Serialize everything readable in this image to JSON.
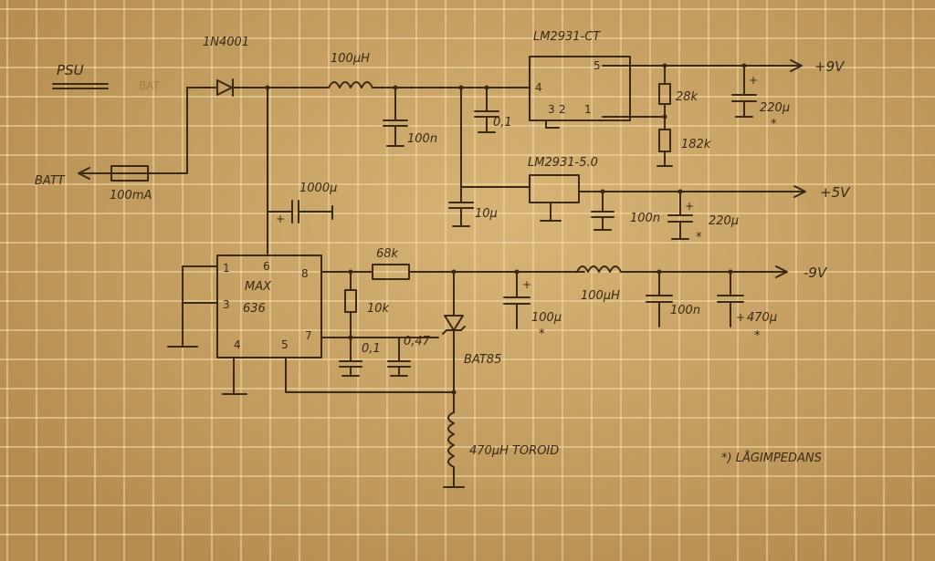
{
  "title": "PSU",
  "faint_text": "BAT",
  "components": {
    "diode_d1": "1N4001",
    "inductor_l1": "100μH",
    "reg_9v": "LM2931-CT",
    "reg_9v_pin5": "5",
    "reg_9v_pin4": "4",
    "reg_9v_pin3": "3",
    "reg_9v_pin2": "2",
    "reg_9v_pin1": "1",
    "r_28k": "28k",
    "r_182k": "182k",
    "c_100n_a": "100n",
    "c_0_1_a": "0,1",
    "c_220u_9v": "220μ",
    "reg_5v": "LM2931-5.0",
    "c_10u": "10μ",
    "c_100n_5v": "100n",
    "c_220u_5v": "220μ",
    "fuse": "100mA",
    "c_1000u": "1000μ",
    "r_68k": "68k",
    "r_10k": "10k",
    "c_0_1_b": "0,1",
    "c_0_47": "0,47",
    "diode_d2": "BAT85",
    "c_100u_neg": "100μ",
    "inductor_l2": "100μH",
    "c_100n_neg": "100n",
    "c_470u": "470μ",
    "inductor_l3": "470μH  TOROID",
    "ic_name_line1": "MAX",
    "ic_name_line2": "636",
    "ic_pin1": "1",
    "ic_pin3": "3",
    "ic_pin4": "4",
    "ic_pin5": "5",
    "ic_pin6": "6",
    "ic_pin7": "7",
    "ic_pin8": "8"
  },
  "rails": {
    "pos9": "+9V",
    "pos5": "+5V",
    "neg9": "-9V",
    "battery": "BATT"
  },
  "markers": {
    "plus": "+",
    "star": "*"
  },
  "note": "*) LÅGIMPEDANS",
  "colors": {
    "paper": "#c9a060",
    "grid": "#f3d9a8",
    "ink": "#3b2a14"
  }
}
